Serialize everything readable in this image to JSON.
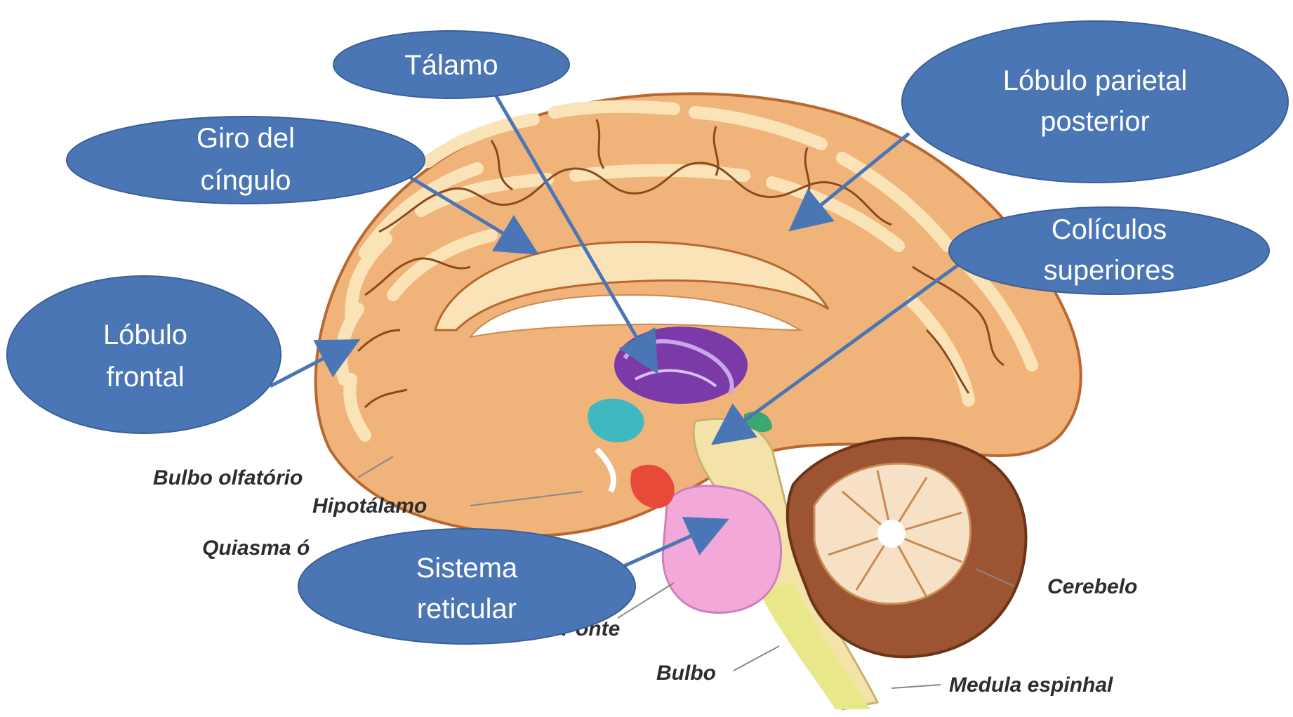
{
  "callouts": {
    "talamo": "Tálamo",
    "parietal_1": "Lóbulo parietal",
    "parietal_2": "posterior",
    "giro_1": "Giro del",
    "giro_2": "cíngulo",
    "coliculos_1": "Colículos",
    "coliculos_2": "superiores",
    "frontal_1": "Lóbulo",
    "frontal_2": "frontal",
    "reticular_1": "Sistema",
    "reticular_2": "reticular"
  },
  "labels": {
    "bulbo_olfatorio": "Bulbo olfatório",
    "hipotalamo": "Hipotálamo",
    "quiasma": "Quiasma ó",
    "ponte": "Ponte",
    "bulbo": "Bulbo",
    "cerebelo": "Cerebelo",
    "medula": "Medula espinhal"
  },
  "colors": {
    "callout_fill": "#4a76b5",
    "callout_stroke": "#3a5f96",
    "arrow": "#4a76b5",
    "cortex": "#f0b47a",
    "gyrus_light": "#fbe3b8",
    "sulcus": "#8a4a1e",
    "thalamus": "#7a3aa8",
    "hypothalamus": "#40b8c0",
    "pons": "#f2a8d8",
    "brainstem": "#f3e3a8",
    "medulla": "#e8e88a",
    "cerebellum_outer": "#9c5432",
    "cerebellum_inner": "#f6e1c6"
  }
}
